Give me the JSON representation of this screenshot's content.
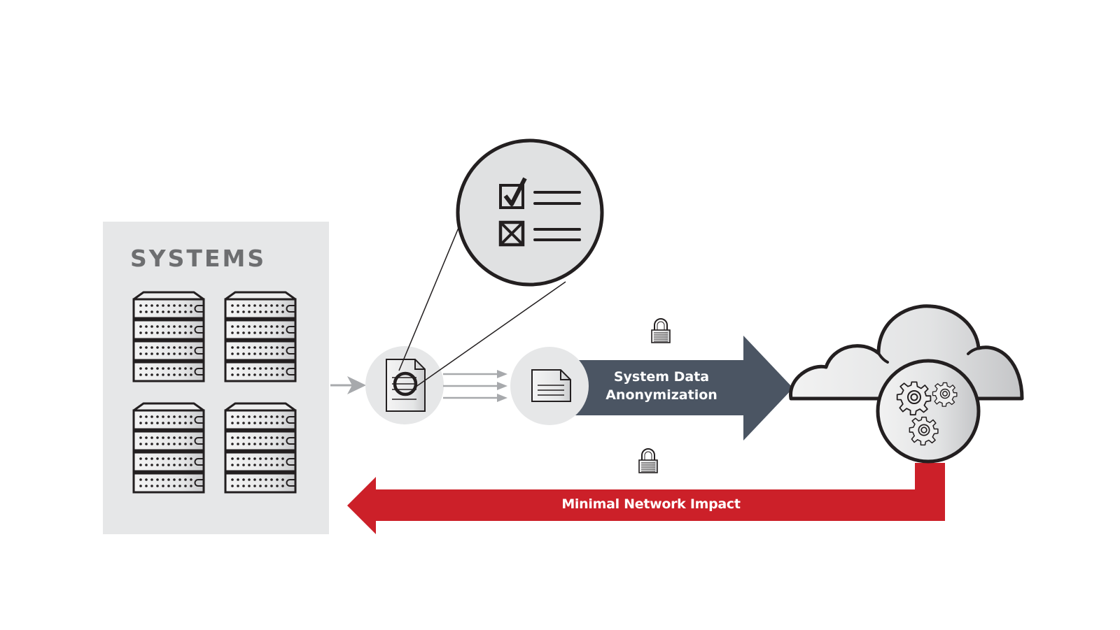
{
  "diagram": {
    "systems": {
      "title": "SYSTEMS",
      "server_count": 4,
      "icon": "server-rack-icon"
    },
    "collector": {
      "icon": "document-inspect-icon",
      "zoom_icon": "checklist-icon",
      "checklist_items": [
        {
          "state": "checked",
          "icon": "checkbox-checked-icon"
        },
        {
          "state": "failed",
          "icon": "checkbox-x-icon"
        }
      ]
    },
    "anonymized_doc": {
      "icon": "document-icon"
    },
    "upload_arrow": {
      "label_line1": "System Data",
      "label_line2": "Anonymization",
      "color": "#4b5563",
      "lock_icon": "padlock-icon"
    },
    "cloud": {
      "icon": "cloud-icon",
      "inner_icon": "gears-icon"
    },
    "return_arrow": {
      "label": "Minimal Network Impact",
      "color": "#cc2029",
      "lock_icon": "padlock-icon"
    },
    "colors": {
      "panel_bg": "#e6e7e8",
      "title_gray": "#6d6e70",
      "connector_gray": "#a7a9ac",
      "outline": "#231f20"
    }
  }
}
